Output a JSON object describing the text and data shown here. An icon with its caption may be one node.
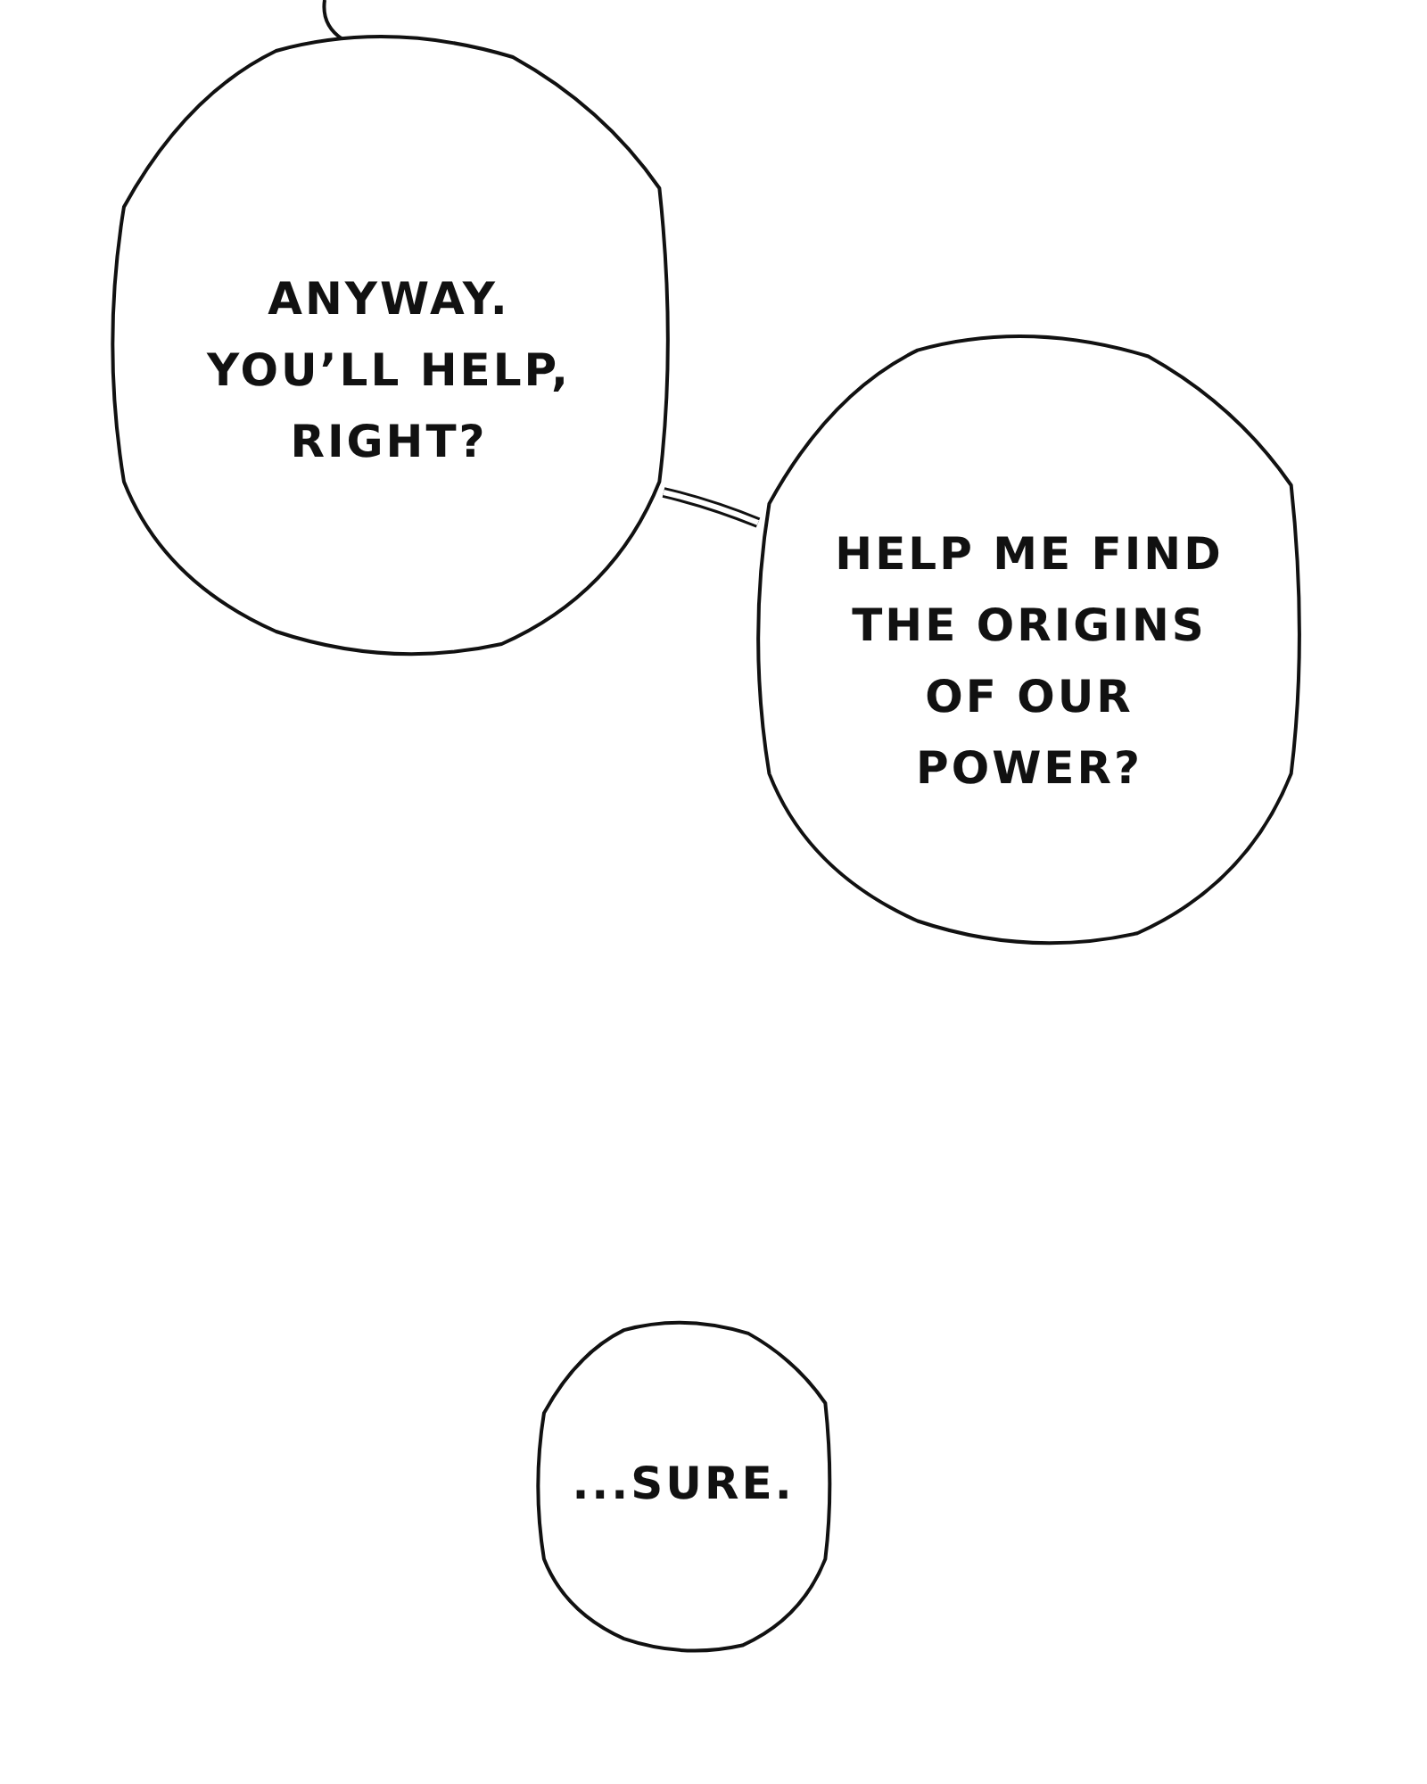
{
  "diagram": {
    "nodes": [
      {
        "text": [
          "ANYWAY. YOU’LL HELP, RIGHT?"
        ]
      },
      {
        "text": [
          "HELP ME FIND THE ORIGINS OF OUR POWER?"
        ]
      },
      {
        "text": [
          "...SURE."
        ]
      }
    ],
    "edges": [
      {
        "from": 0,
        "to": 1,
        "arrow": "none"
      }
    ]
  }
}
